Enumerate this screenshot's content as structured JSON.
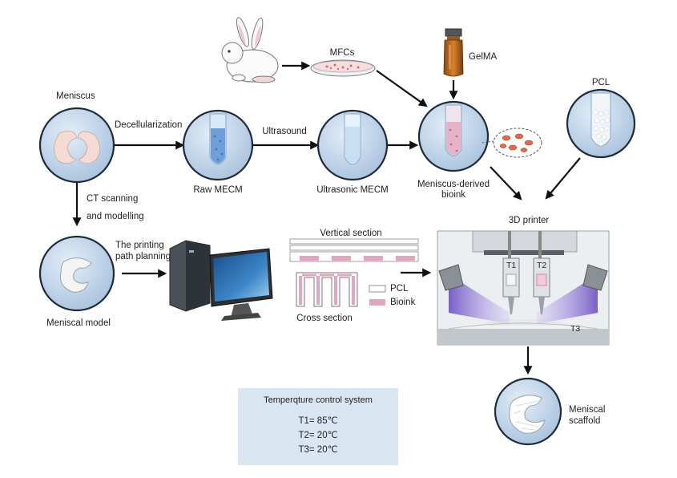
{
  "labels": {
    "meniscus": "Meniscus",
    "decellularization": "Decellularization",
    "raw_mecm": "Raw MECM",
    "ultrasound": "Ultrasound",
    "ultrasonic_mecm": "Ultrasonic MECM",
    "mfcs": "MFCs",
    "gelma": "GelMA",
    "pcl_top": "PCL",
    "bioink_line1": "Meniscus-derived",
    "bioink_line2": "bioink",
    "printer": "3D printer",
    "ct_line1": "CT scanning",
    "ct_line2": "and modelling",
    "meniscal_model": "Meniscal model",
    "planning_line1": "The printing",
    "planning_line2": "path planning",
    "vertical_section": "Vertical section",
    "cross_section": "Cross section",
    "legend_pcl": "PCL",
    "legend_bioink": "Bioink",
    "t1": "T1",
    "t2": "T2",
    "t3": "T3",
    "scaffold_line1": "Meniscal",
    "scaffold_line2": "scaffold"
  },
  "temperature": {
    "title": "Temperqture control system",
    "lines": [
      "T1= 85℃",
      "T2= 20℃",
      "T3= 20℃"
    ]
  },
  "colors": {
    "circle_fill": "#bcd2e8",
    "circle_stroke": "#1d2b3a",
    "bioink_pink": "#e2a6c3",
    "uv_purple": "#8a6fd1",
    "panel_blue": "#d9e6f2"
  }
}
